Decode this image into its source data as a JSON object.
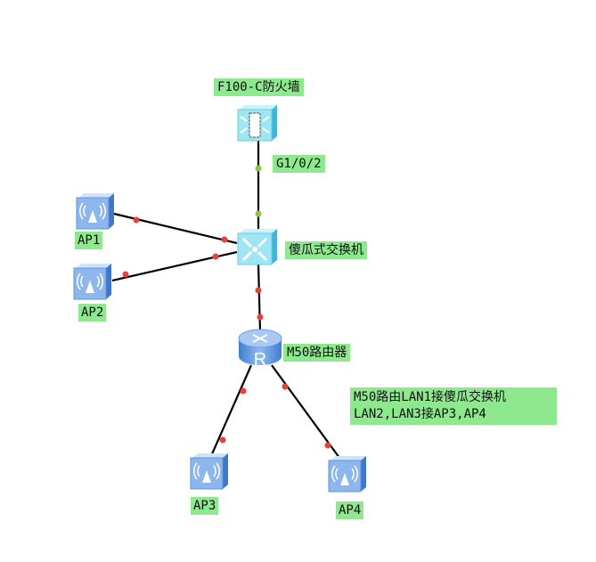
{
  "devices": {
    "firewall": {
      "label": "F100-C防火墙"
    },
    "switch": {
      "label": "傻瓜式交换机"
    },
    "router": {
      "label": "M50路由器"
    },
    "ap1": {
      "label": "AP1"
    },
    "ap2": {
      "label": "AP2"
    },
    "ap3": {
      "label": "AP3"
    },
    "ap4": {
      "label": "AP4"
    }
  },
  "port_labels": {
    "firewall_port": "G1/0/2"
  },
  "note": {
    "line1": "M50路由LAN1接傻瓜交换机",
    "line2": "LAN2,LAN3接AP3,AP4"
  },
  "colors": {
    "label_bg": "#8ee88e",
    "link_up": "#8cc63f",
    "link_down": "#e8403a"
  }
}
